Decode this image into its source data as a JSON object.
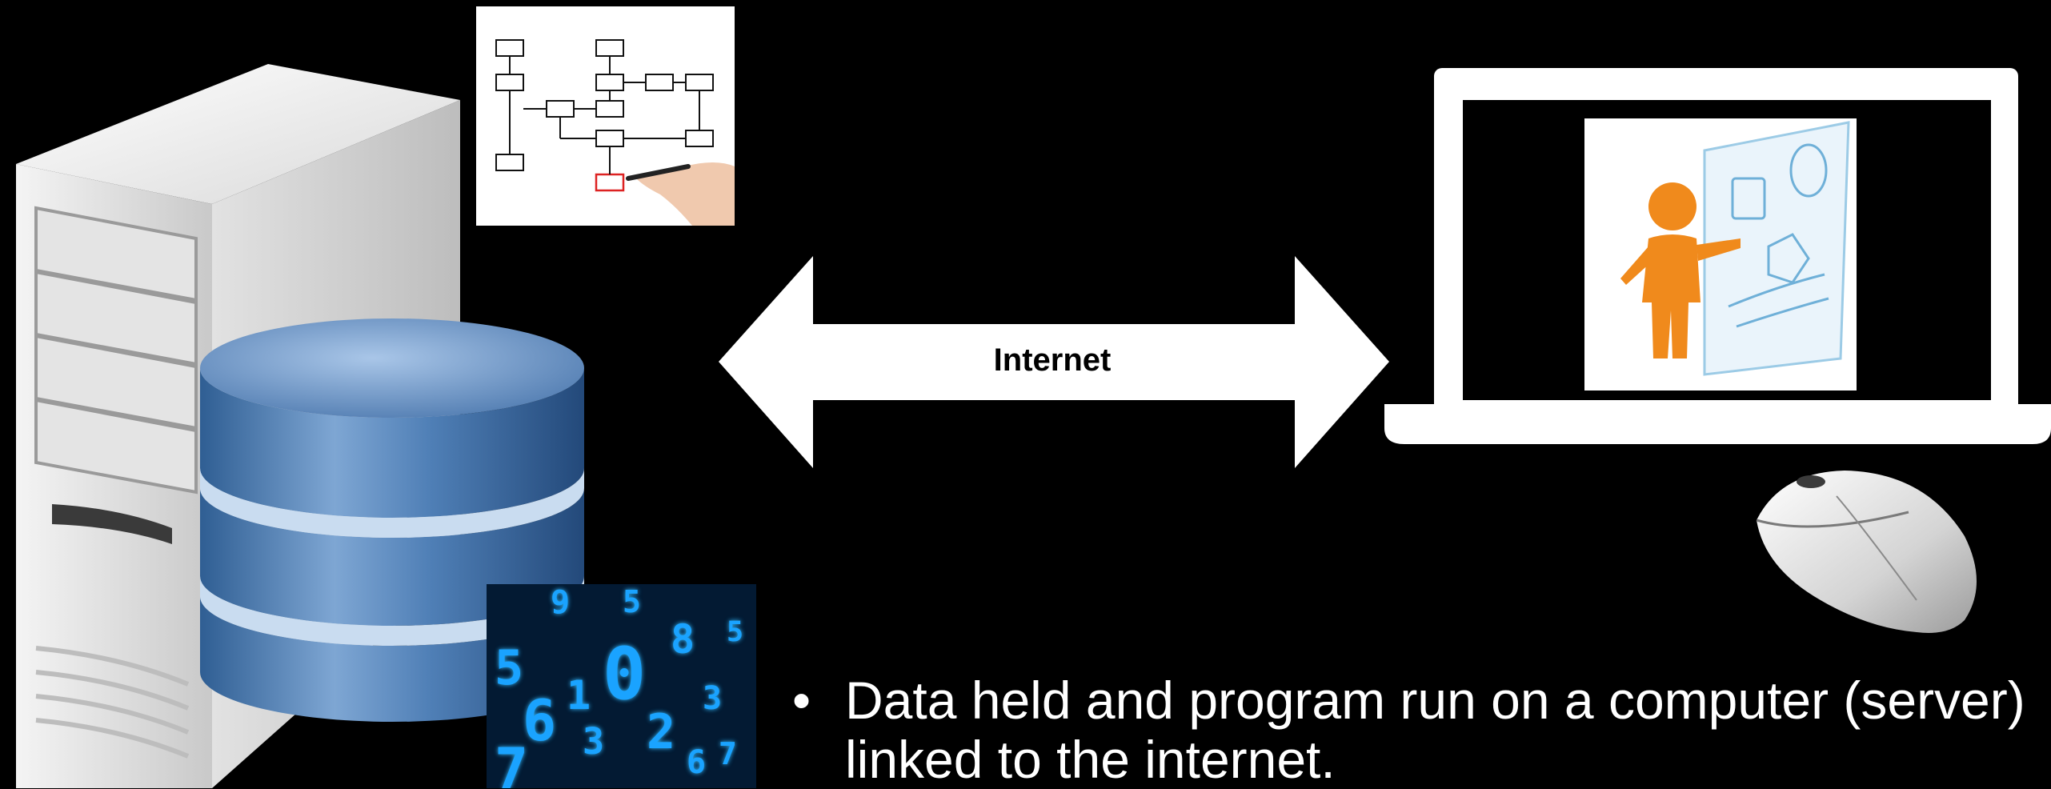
{
  "diagram": {
    "arrow_label": "Internet",
    "bullets": [
      {
        "lines": [
          "Data held and program run on a computer (server)",
          "linked to the internet."
        ]
      }
    ]
  },
  "icons": {
    "server": "server-tower-icon",
    "database": "database-cylinder-icon",
    "flowchart": "flowchart-drawing-icon",
    "digital_data": "digital-numbers-icon",
    "laptop": "laptop-icon",
    "presenter": "presenter-figure-icon",
    "mouse": "computer-mouse-icon",
    "arrow": "double-headed-arrow-icon"
  },
  "colors": {
    "background": "#000000",
    "text": "#ffffff",
    "database_blue": "#5b86b8",
    "presenter_orange": "#f08a1c",
    "digital_cyan": "#1aa3ff"
  }
}
